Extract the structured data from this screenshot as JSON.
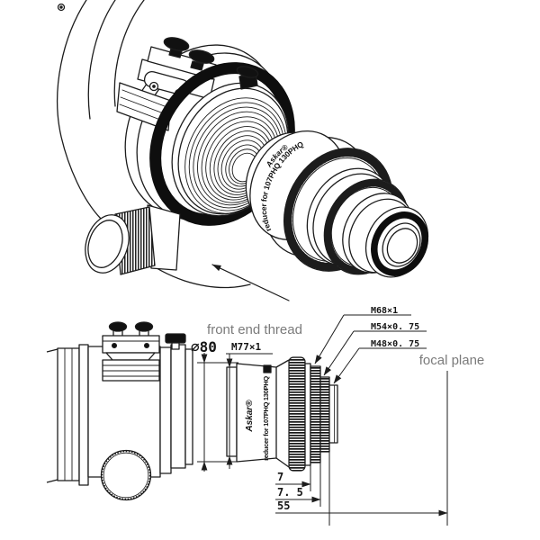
{
  "colors": {
    "ink": "#1c1c1c",
    "muted_label": "#7b7b7b",
    "paper": "#ffffff"
  },
  "branding": {
    "logo": "Askar®",
    "model": "reducer for 107PHQ 130PHQ"
  },
  "labels": {
    "front_end_thread": "front end thread",
    "front_outer_diameter": "⌀80",
    "front_thread": "M77×1",
    "rear_thread_1": "M68×1",
    "rear_thread_2": "M54×0. 75",
    "rear_thread_3": "M48×0. 75",
    "focal_plane": "focal plane"
  },
  "dims": {
    "d7": "7",
    "d7_5": "7. 5",
    "d55": "55"
  }
}
